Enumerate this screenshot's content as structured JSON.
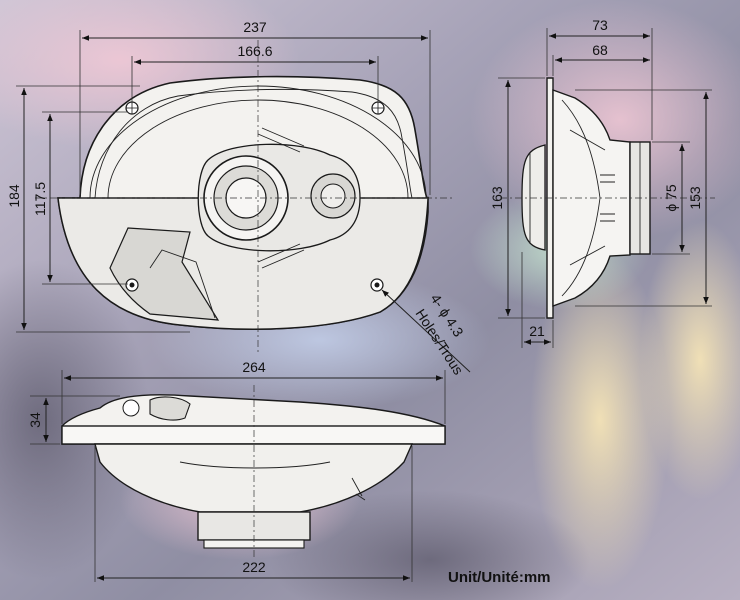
{
  "dimensions": {
    "front_width_outer": "237",
    "front_width_holes": "166.6",
    "front_height_outer": "184",
    "front_height_holes": "117.5",
    "side_depth_total": "73",
    "side_depth_mount": "68",
    "side_height": "163",
    "magnet_diameter": "ϕ 75",
    "side_height_inner": "153",
    "flange_thickness": "21",
    "bottom_width_outer": "264",
    "bottom_height": "34",
    "bottom_width_inner": "222"
  },
  "holes_note": {
    "line1": "4- ϕ 4.3",
    "line2": "Holes/Trous"
  },
  "unit_label": "Unit/Unité:mm",
  "colors": {
    "background_base": "#a9a4b6",
    "speaker_fill": "#f4f3f1",
    "line": "#1a1a1a"
  }
}
